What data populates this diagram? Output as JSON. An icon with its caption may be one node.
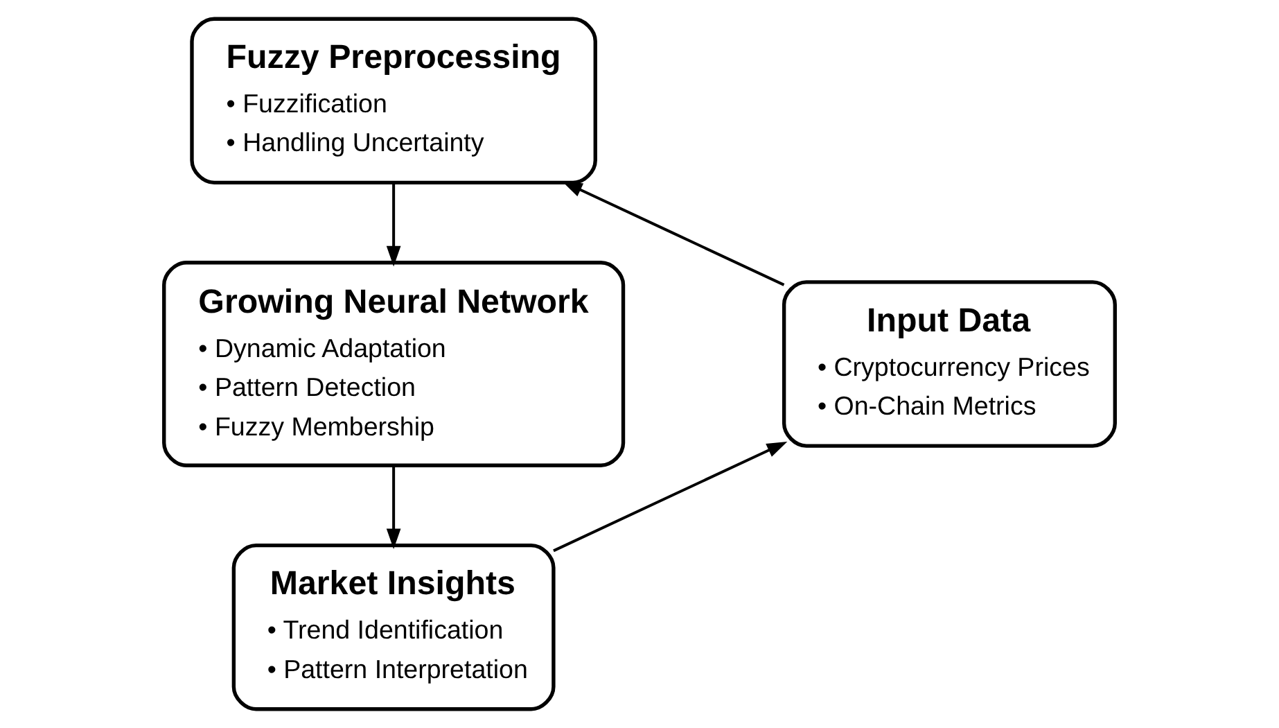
{
  "diagram": {
    "nodes": [
      {
        "text": [
          "Fuzzy Preprocessing",
          "• Fuzzification",
          "• Handling Uncertainty"
        ]
      },
      {
        "text": [
          "Input Data",
          "• Cryptocurrency Prices",
          "• On-Chain Metrics"
        ]
      },
      {
        "text": [
          "Growing Neural Network",
          "• Dynamic Adaptation",
          "• Pattern Detection",
          "• Fuzzy Membership"
        ]
      },
      {
        "text": [
          "Market Insights",
          "• Trend Identification",
          "• Pattern Interpretation"
        ]
      }
    ],
    "edges": [
      {
        "from": 1,
        "to": 0,
        "arrow": "to"
      },
      {
        "from": 0,
        "to": 2,
        "arrow": "to"
      },
      {
        "from": 2,
        "to": 3,
        "arrow": "to"
      },
      {
        "from": 3,
        "to": 1,
        "arrow": "to"
      }
    ]
  }
}
